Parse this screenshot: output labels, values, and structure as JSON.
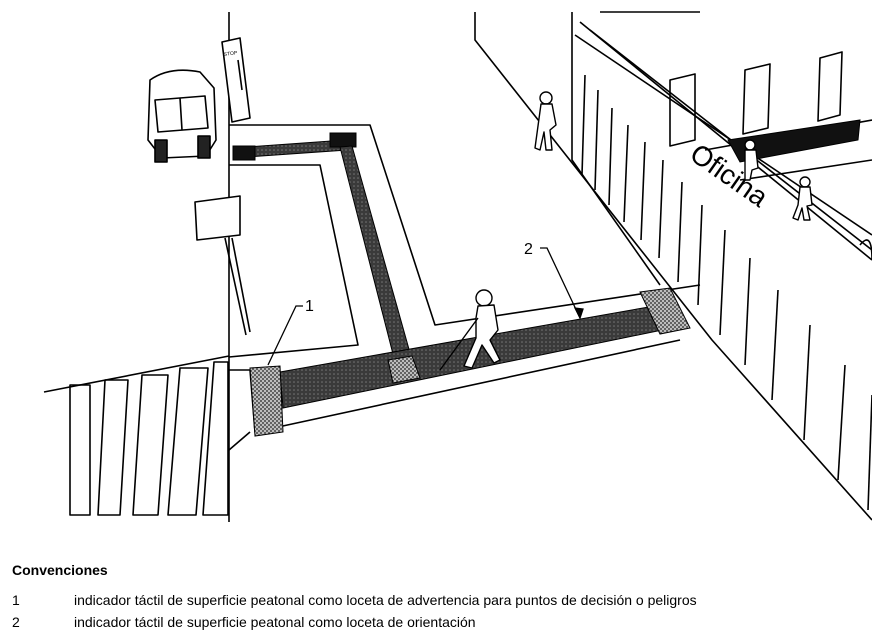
{
  "diagram": {
    "sign_text": "Oficina",
    "post_text": "STOP",
    "callout_1": "1",
    "callout_2": "2"
  },
  "legend": {
    "title": "Convenciones",
    "items": [
      {
        "num": "1",
        "text": "indicador táctil de superficie peatonal como loceta de advertencia para puntos de decisión o peligros"
      },
      {
        "num": "2",
        "text": "indicador táctil de superficie peatonal como loceta de orientación"
      }
    ]
  }
}
